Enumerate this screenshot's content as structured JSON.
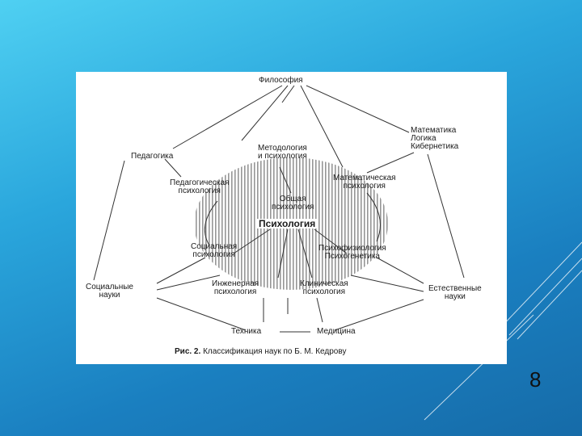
{
  "slide": {
    "page_number": "8",
    "colors": {
      "background_top": "#4fd0f2",
      "background_bottom": "#166ba8",
      "figure_bg": "#ffffff",
      "line": "#333333"
    }
  },
  "diagram": {
    "nodes": {
      "philosophy": "Философия",
      "pedagogy": "Педагогика",
      "methodology": [
        "Методология",
        "и психология"
      ],
      "math_logic": [
        "Математика",
        "Логика",
        "Кибернетика"
      ],
      "ped_psych": [
        "Педагогическая",
        "психология"
      ],
      "math_psych": [
        "Математическая",
        "психология"
      ],
      "general_psych": [
        "Общая",
        "психология"
      ],
      "psychology": "Психология",
      "social_psych": [
        "Социальная",
        "психология"
      ],
      "psychophys": [
        "Психофизиология",
        "Психогенетика"
      ],
      "social_sci": [
        "Социальные",
        "науки"
      ],
      "engineering_psych": [
        "Инженерная",
        "психология"
      ],
      "clinical_psych": [
        "Клиническая",
        "психология"
      ],
      "natural_sci": [
        "Естественные",
        "науки"
      ],
      "technology": "Техника",
      "medicine": "Медицина"
    },
    "caption_prefix": "Рис. 2.",
    "caption_text": "Классификация наук по Б. М. Кедрову"
  }
}
